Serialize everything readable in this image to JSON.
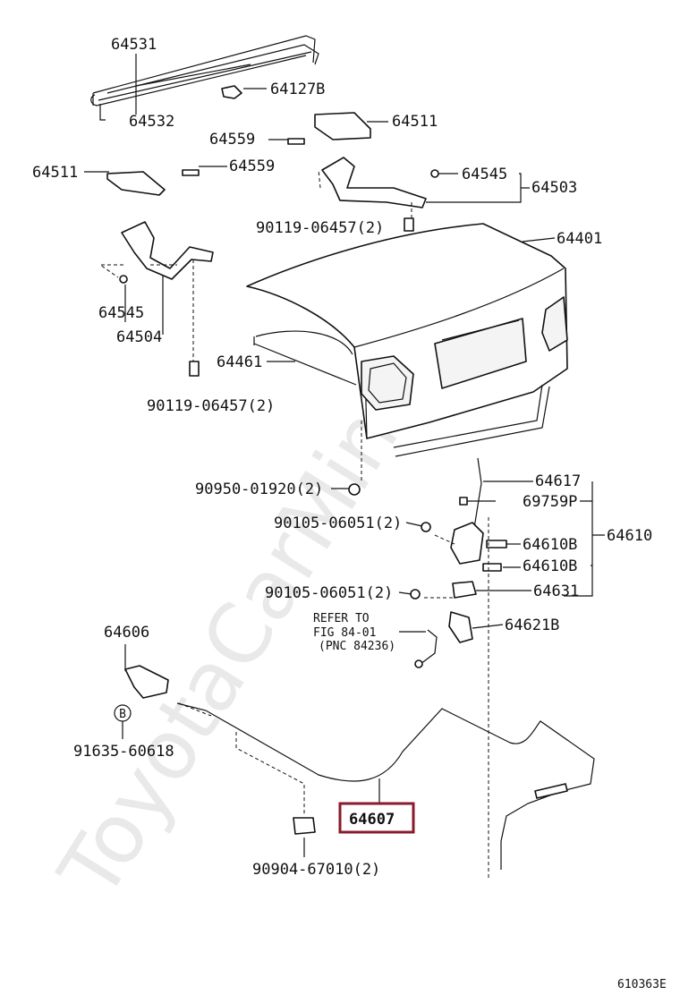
{
  "watermark": "ToyotaCarMine.ru",
  "diagram_code": "610363E",
  "highlight_color": "#8b1a2b",
  "circle_marker": "B",
  "labels": {
    "p64531": "64531",
    "p64532": "64532",
    "p64127b": "64127B",
    "p64511_right": "64511",
    "p64559_right": "64559",
    "p64511_left": "64511",
    "p64559_left": "64559",
    "p64545_right": "64545",
    "p64503": "64503",
    "p90119_right": "90119-06457(2)",
    "p64401": "64401",
    "p64545_left": "64545",
    "p64504": "64504",
    "p64461": "64461",
    "p90119_left": "90119-06457(2)",
    "p90950": "90950-01920(2)",
    "p64617": "64617",
    "p69759p": "69759P",
    "p90105_a": "90105-06051(2)",
    "p64610": "64610",
    "p64610b_1": "64610B",
    "p64610b_2": "64610B",
    "p90105_b": "90105-06051(2)",
    "p64631": "64631",
    "refer_line1": "REFER TO",
    "refer_line2": "FIG 84-01",
    "refer_line3": "(PNC 84236)",
    "p64621b": "64621B",
    "p64606": "64606",
    "p91635": "91635-60618",
    "p64607": "64607",
    "p90904": "90904-67010(2)"
  }
}
